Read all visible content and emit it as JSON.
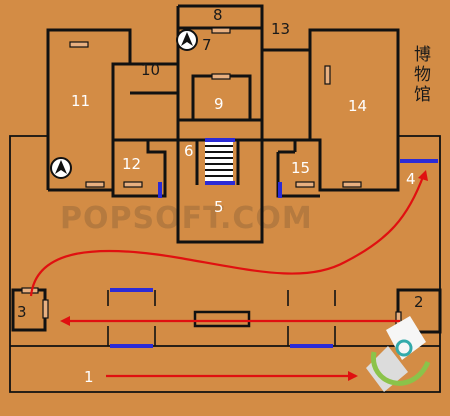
{
  "map": {
    "museum_label": [
      "博",
      "物",
      "馆"
    ],
    "watermark": "POPSOFT.COM",
    "rooms": [
      {
        "id": "r1",
        "label": "1",
        "tone": "white"
      },
      {
        "id": "r2",
        "label": "2",
        "tone": "dark"
      },
      {
        "id": "r3",
        "label": "3",
        "tone": "dark"
      },
      {
        "id": "r4",
        "label": "4",
        "tone": "white"
      },
      {
        "id": "r5",
        "label": "5",
        "tone": "white"
      },
      {
        "id": "r6",
        "label": "6",
        "tone": "white"
      },
      {
        "id": "r7",
        "label": "7",
        "tone": "dark"
      },
      {
        "id": "r8",
        "label": "8",
        "tone": "dark"
      },
      {
        "id": "r9",
        "label": "9",
        "tone": "white"
      },
      {
        "id": "r10",
        "label": "10",
        "tone": "dark"
      },
      {
        "id": "r11",
        "label": "11",
        "tone": "white"
      },
      {
        "id": "r12",
        "label": "12",
        "tone": "white"
      },
      {
        "id": "r13",
        "label": "13",
        "tone": "dark"
      },
      {
        "id": "r14",
        "label": "14",
        "tone": "white"
      },
      {
        "id": "r15",
        "label": "15",
        "tone": "white"
      }
    ],
    "colors": {
      "background": "#d38c45",
      "wall": "#111111",
      "door": "#e8b080",
      "passage": "#2b2bd6",
      "route": "#e01010"
    }
  }
}
